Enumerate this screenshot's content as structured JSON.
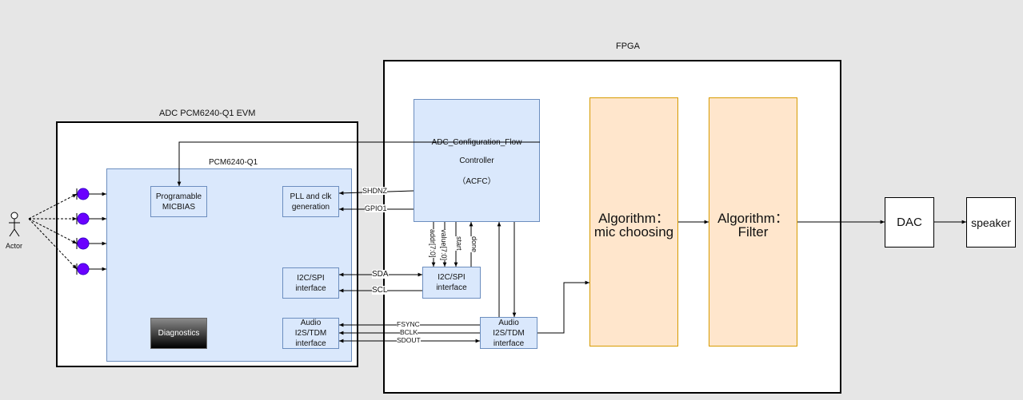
{
  "fpga": {
    "title": "FPGA"
  },
  "evm": {
    "title": "ADC PCM6240-Q1 EVM"
  },
  "chip": {
    "title": "PCM6240-Q1"
  },
  "actor": {
    "label": "Actor"
  },
  "blocks": {
    "micbias": "Programable\nMICBIAS",
    "pll": "PLL and clk\ngeneration",
    "adc_i2c": "I2C/SPI\ninterface",
    "adc_audio": "Audio\nI2S/TDM\ninterface",
    "diagnostics": "Diagnostics",
    "acfc_line1": "ADC_Configuration_Flow",
    "acfc_line2": "Controller",
    "acfc_line3": "（ACFC）",
    "fpga_i2c": "I2C/SPI\ninterface",
    "fpga_audio": "Audio\nI2S/TDM\ninterface",
    "alg1_line1": "Algorithm：",
    "alg1_line2": "mic choosing",
    "alg2_line1": "Algorithm：",
    "alg2_line2": "Filter",
    "dac": "DAC",
    "speaker": "speaker"
  },
  "signals": {
    "shdnz": "SHDNZ",
    "gpio1": "GPIO1",
    "sda": "SDA",
    "scl": "SCL",
    "fsync": "FSYNC",
    "bclk": "BCLK",
    "sdout": "SDOUT",
    "addr": "addr[7:0]",
    "value": "value[7:0]",
    "start": "start",
    "done": "done"
  },
  "colors": {
    "block_blue": "#dae8fc",
    "block_blue_border": "#6c8ebf",
    "block_orange": "#ffe6cc",
    "block_orange_border": "#d79b00",
    "mic_purple": "#6a00ff"
  }
}
